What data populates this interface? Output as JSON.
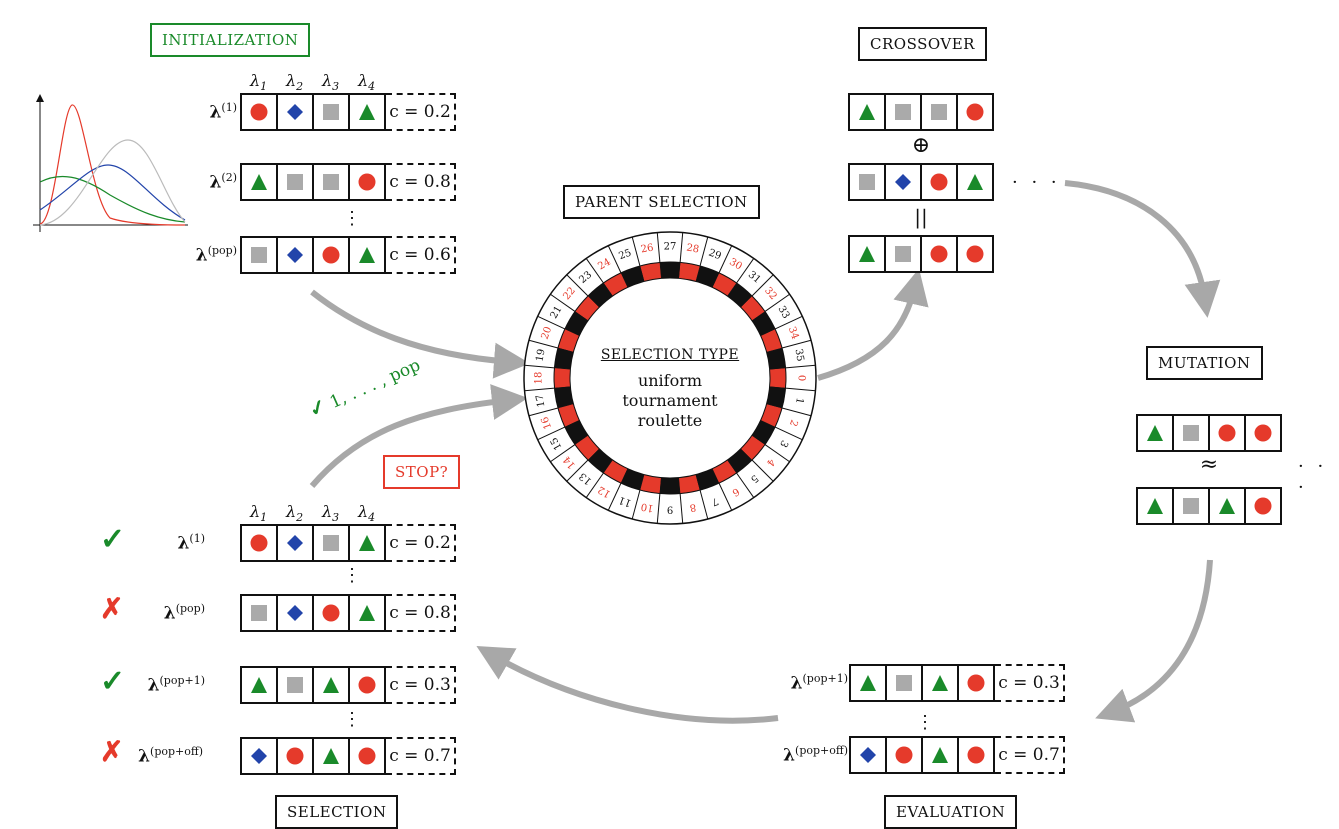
{
  "colors": {
    "red": "#e53a2b",
    "green": "#1a8a2a",
    "blue": "#2244aa",
    "gray": "#aaaaaa",
    "arrow": "#a8a8a8",
    "panel": "#dde8d9"
  },
  "labels": {
    "initialization": "INITIALIZATION",
    "parent_selection": "PARENT SELECTION",
    "crossover": "CROSSOVER",
    "mutation": "MUTATION",
    "evaluation": "EVALUATION",
    "selection": "SELECTION",
    "stop": "STOP?",
    "loop_annotation": "1, . . . , pop"
  },
  "genes": [
    "λ1",
    "λ2",
    "λ3",
    "λ4"
  ],
  "wheel": {
    "title": "SELECTION TYPE",
    "options": [
      "uniform",
      "tournament",
      "roulette"
    ],
    "numbers": [
      "0",
      "35",
      "34",
      "33",
      "32",
      "31",
      "30",
      "29",
      "28",
      "27",
      "26",
      "25",
      "24",
      "23",
      "22",
      "21",
      "20",
      "19",
      "18",
      "17",
      "16",
      "15",
      "14",
      "13",
      "12",
      "11",
      "10",
      "9",
      "8",
      "7",
      "6",
      "5",
      "4",
      "3",
      "2",
      "1"
    ],
    "red_numbers": [
      "0",
      "34",
      "32",
      "30",
      "28",
      "26",
      "24",
      "22",
      "20",
      "18",
      "16",
      "14",
      "12",
      "10",
      "8",
      "6",
      "4",
      "2"
    ]
  },
  "initialization": {
    "rows": [
      {
        "label": "λ",
        "sup": "(1)",
        "genes": [
          "circle",
          "diamond",
          "square",
          "triangle"
        ],
        "cost": "c = 0.2"
      },
      {
        "label": "λ",
        "sup": "(2)",
        "genes": [
          "triangle",
          "square",
          "square",
          "circle"
        ],
        "cost": "c = 0.8"
      },
      {
        "label": "λ",
        "sup": "(pop)",
        "genes": [
          "square",
          "diamond",
          "circle",
          "triangle"
        ],
        "cost": "c = 0.6"
      }
    ]
  },
  "crossover": {
    "rows": [
      {
        "genes": [
          "triangle",
          "square",
          "square",
          "circle"
        ]
      },
      {
        "genes": [
          "square",
          "diamond",
          "circle",
          "triangle"
        ]
      },
      {
        "genes": [
          "triangle",
          "square",
          "circle",
          "circle"
        ]
      }
    ],
    "plus": "⊕",
    "equals": "||",
    "ellipsis": "· · ·"
  },
  "mutation": {
    "rows": [
      {
        "genes": [
          "triangle",
          "square",
          "circle",
          "circle"
        ]
      },
      {
        "genes": [
          "triangle",
          "square",
          "triangle",
          "circle"
        ]
      }
    ],
    "approx": "≈",
    "ellipsis": "· · ·"
  },
  "evaluation": {
    "rows": [
      {
        "label": "λ",
        "sup": "(pop+1)",
        "genes": [
          "triangle",
          "square",
          "triangle",
          "circle"
        ],
        "cost": "c = 0.3"
      },
      {
        "label": "λ",
        "sup": "(pop+off)",
        "genes": [
          "diamond",
          "circle",
          "triangle",
          "circle"
        ],
        "cost": "c = 0.7"
      }
    ]
  },
  "selection": {
    "rows": [
      {
        "status": "check",
        "label": "λ",
        "sup": "(1)",
        "genes": [
          "circle",
          "diamond",
          "square",
          "triangle"
        ],
        "cost": "c = 0.2"
      },
      {
        "status": "cross",
        "label": "λ",
        "sup": "(pop)",
        "genes": [
          "square",
          "diamond",
          "circle",
          "triangle"
        ],
        "cost": "c = 0.8"
      },
      {
        "status": "check",
        "label": "λ",
        "sup": "(pop+1)",
        "genes": [
          "triangle",
          "square",
          "triangle",
          "circle"
        ],
        "cost": "c = 0.3"
      },
      {
        "status": "cross",
        "label": "λ",
        "sup": "(pop+off)",
        "genes": [
          "diamond",
          "circle",
          "triangle",
          "circle"
        ],
        "cost": "c = 0.7"
      }
    ]
  },
  "vdots": "⋮"
}
